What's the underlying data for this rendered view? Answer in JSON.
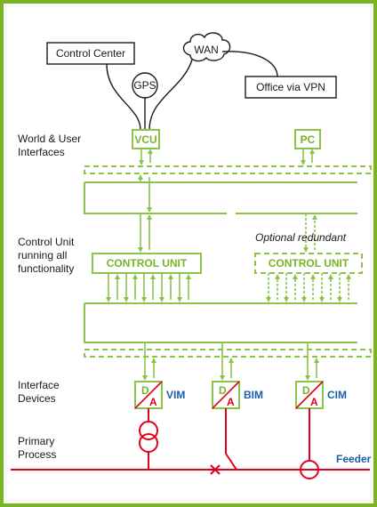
{
  "top_nodes": {
    "control_center": "Control Center",
    "gps": "GPS",
    "wan": "WAN",
    "office_vpn": "Office via VPN"
  },
  "interfaces": {
    "vcu": "VCU",
    "pc": "PC"
  },
  "units": {
    "control_unit": "CONTROL UNIT",
    "control_unit_redundant": "CONTROL UNIT",
    "optional_redundant": "Optional redundant"
  },
  "devices": [
    {
      "d": "D",
      "a": "A",
      "name": "VIM"
    },
    {
      "d": "D",
      "a": "A",
      "name": "BIM"
    },
    {
      "d": "D",
      "a": "A",
      "name": "CIM"
    }
  ],
  "side_labels": {
    "world_user": [
      "World & User",
      "Interfaces"
    ],
    "control_unit": [
      "Control Unit",
      "running all",
      "functionality"
    ],
    "interface_devices": [
      "Interface",
      "Devices"
    ],
    "primary_process": [
      "Primary",
      "Process"
    ]
  },
  "feeder": "Feeder",
  "colors": {
    "border": "#7ab326",
    "page_bg": "#f5f9ee",
    "green": "#8bc34a",
    "green_dark": "#7ab326",
    "red": "#e2001a",
    "blue": "#1a5fa8",
    "black": "#1a1a1a"
  }
}
